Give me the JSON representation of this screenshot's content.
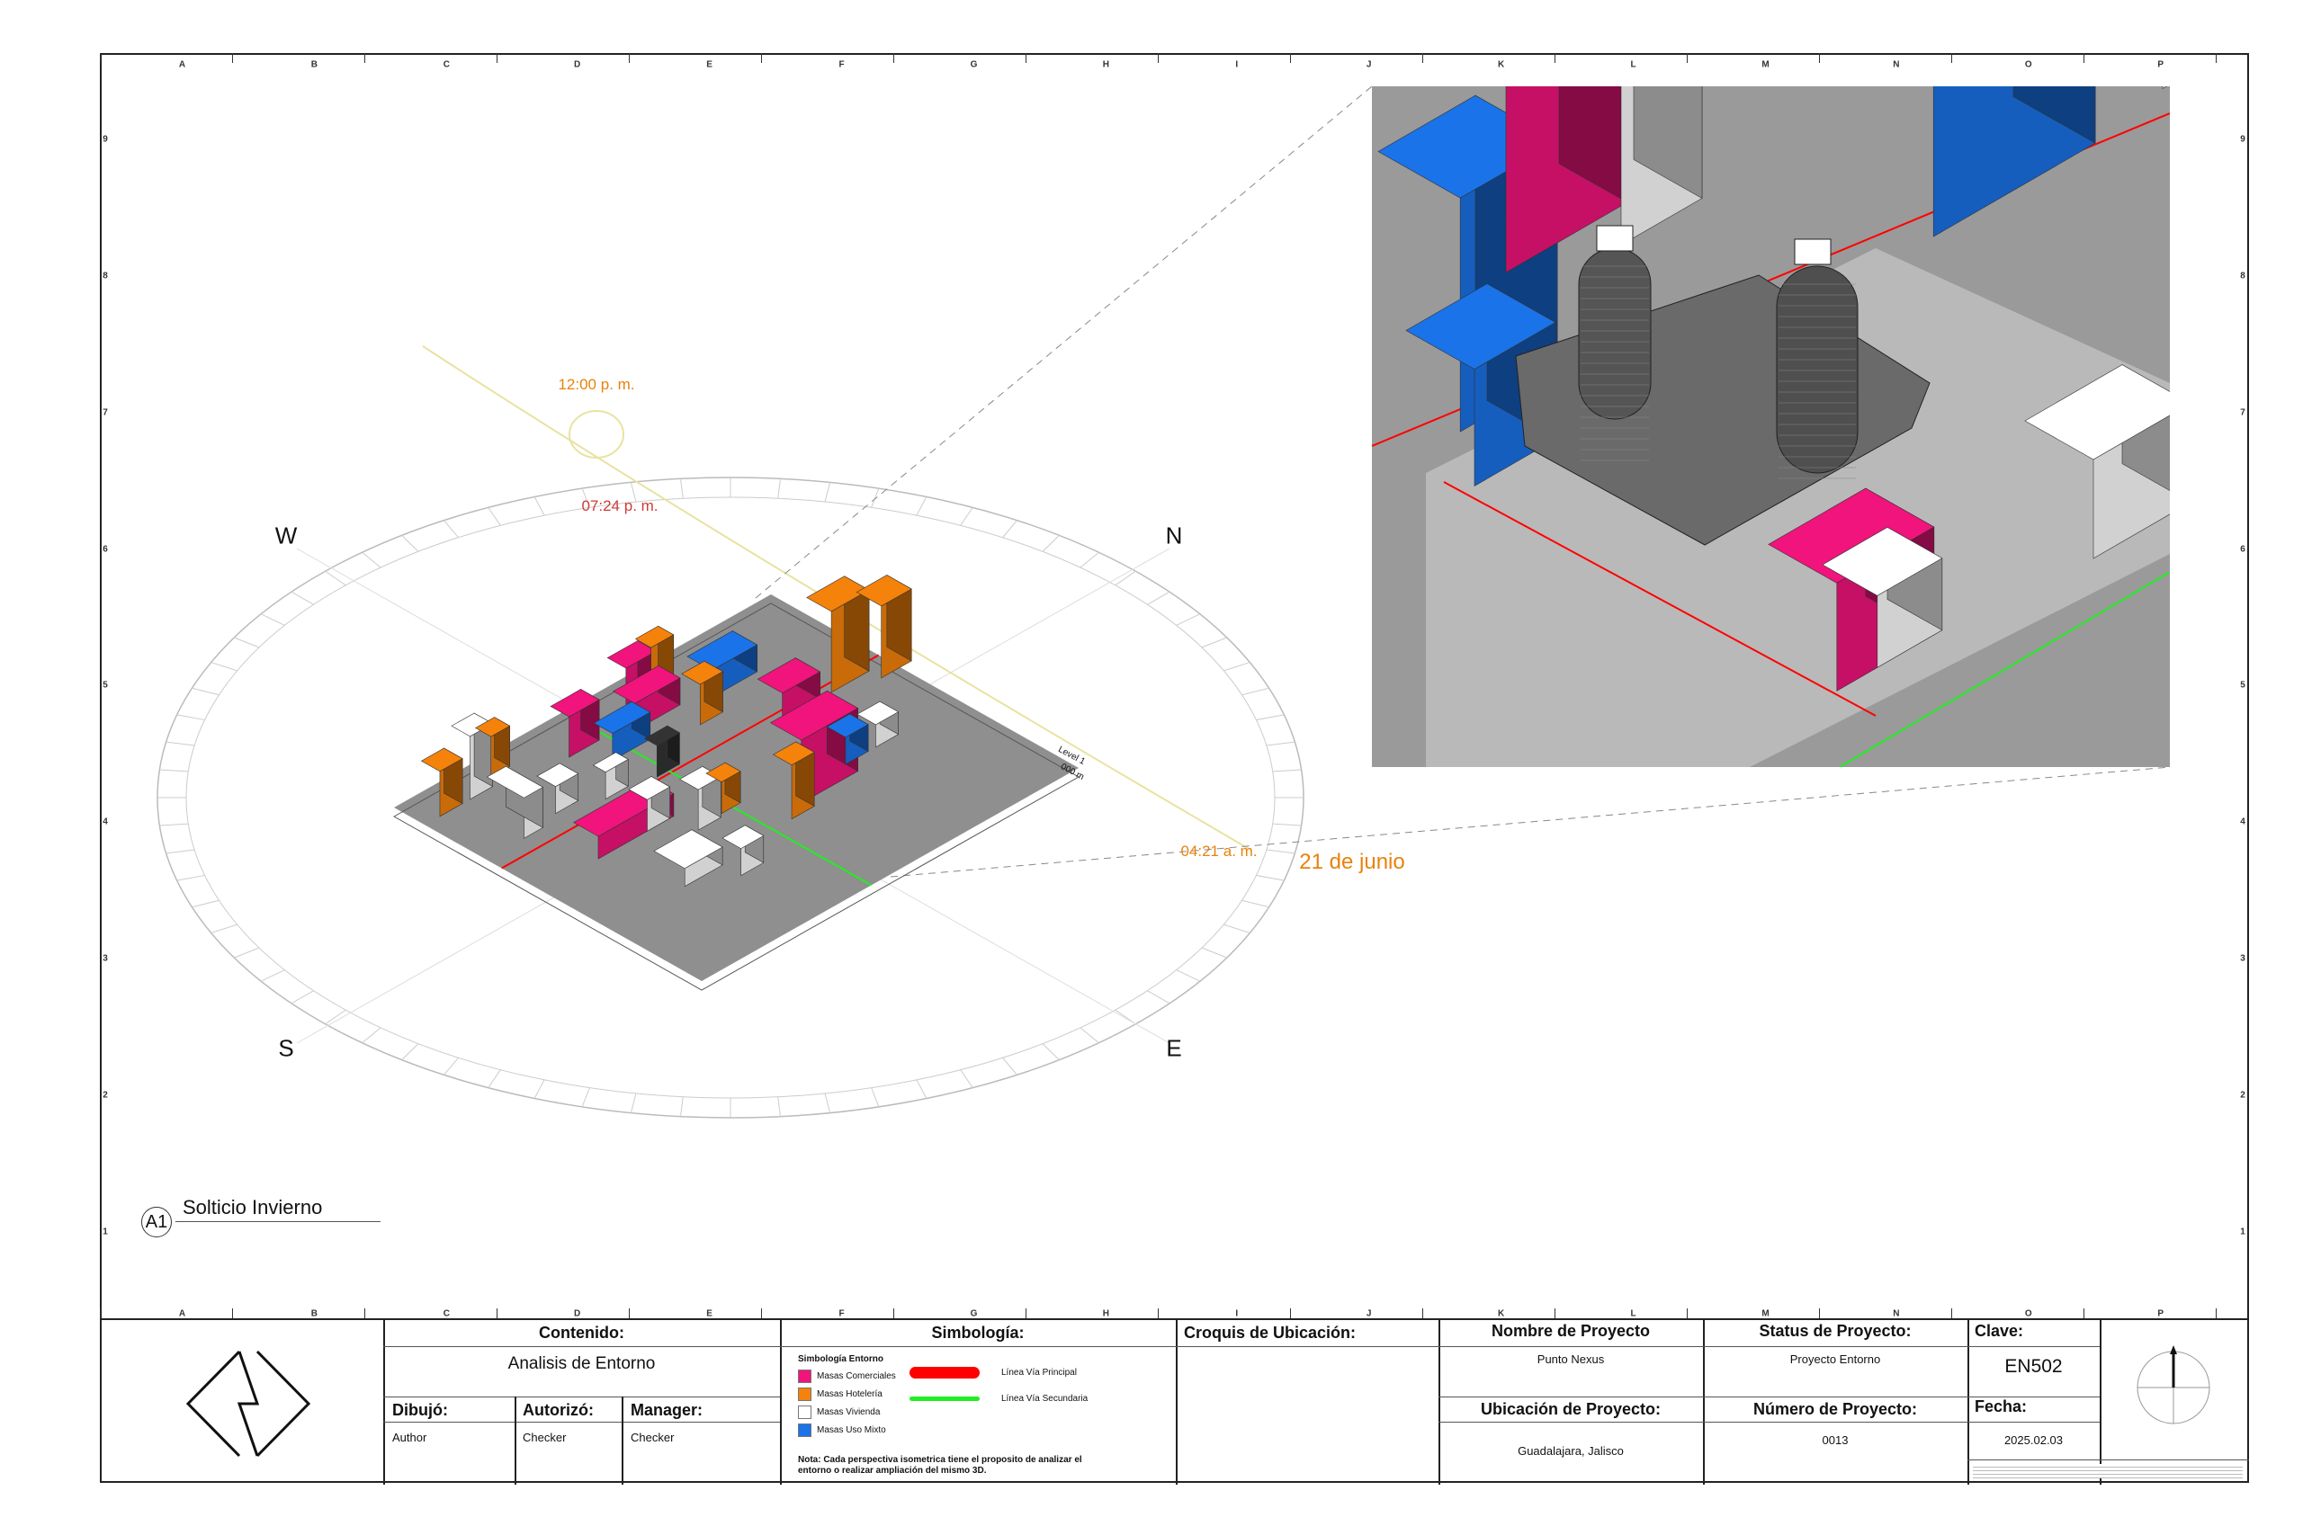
{
  "sheet": {
    "column_letters": [
      "A",
      "B",
      "C",
      "D",
      "E",
      "F",
      "G",
      "H",
      "I",
      "J",
      "K",
      "L",
      "M",
      "N",
      "O",
      "P"
    ],
    "row_numbers": [
      "9",
      "8",
      "7",
      "6",
      "5",
      "4",
      "3",
      "2",
      "1"
    ]
  },
  "view": {
    "id": "A1",
    "title": "Solticio Invierno",
    "compass": {
      "west": "W",
      "north": "N",
      "south": "S",
      "east": "E"
    },
    "sun_times": {
      "noon": "12:00 p. m.",
      "sunset": "07:24 p. m.",
      "sunrise": "04:21 a. m."
    },
    "date_label": "21 de junio",
    "level_name": "Level 1",
    "level_elev": "000 m"
  },
  "colors": {
    "comercial": "#f0147c",
    "hoteleria": "#f5820a",
    "vivienda": "#ffffff",
    "uso_mixto": "#1a73e8",
    "via_principal": "#ff0000",
    "via_secundaria": "#22ee22",
    "sun_orange": "#e8820c",
    "sunset_red": "#d03a3a",
    "ground": "#8f8f8f"
  },
  "title_block": {
    "contenido_label": "Contenido:",
    "contenido_value": "Analisis de Entorno",
    "dibujo_label": "Dibujó:",
    "dibujo_value": "Author",
    "autorizo_label": "Autorizó:",
    "autorizo_value": "Checker",
    "manager_label": "Manager:",
    "manager_value": "Checker",
    "simbologia_label": "Simbología:",
    "simbologia_title": "Simbología Entorno",
    "legend": [
      {
        "label": "Masas Comerciales",
        "color": "#f0147c"
      },
      {
        "label": "Masas Hotelería",
        "color": "#f5820a"
      },
      {
        "label": "Masas Vivienda",
        "color": "#ffffff"
      },
      {
        "label": "Masas Uso Mixto",
        "color": "#1a73e8"
      }
    ],
    "lines": [
      {
        "label": "Línea Vía Principal",
        "color": "#ff0000"
      },
      {
        "label": "Línea Vía Secundaria",
        "color": "#22ee22"
      }
    ],
    "nota": "Nota: Cada perspectiva isometrica tiene el proposito de analizar el entorno o realizar ampliación del mismo 3D.",
    "croquis_label": "Croquis de Ubicación:",
    "nombre_label": "Nombre de Proyecto",
    "nombre_value": "Punto Nexus",
    "status_label": "Status de Proyecto:",
    "status_value": "Proyecto Entorno",
    "clave_label": "Clave:",
    "clave_value": "EN502",
    "ubicacion_label": "Ubicación de Proyecto:",
    "ubicacion_value": "Guadalajara, Jalisco",
    "numero_label": "Número de Proyecto:",
    "numero_value": "0013",
    "fecha_label": "Fecha:",
    "fecha_value": "2025.02.03"
  }
}
